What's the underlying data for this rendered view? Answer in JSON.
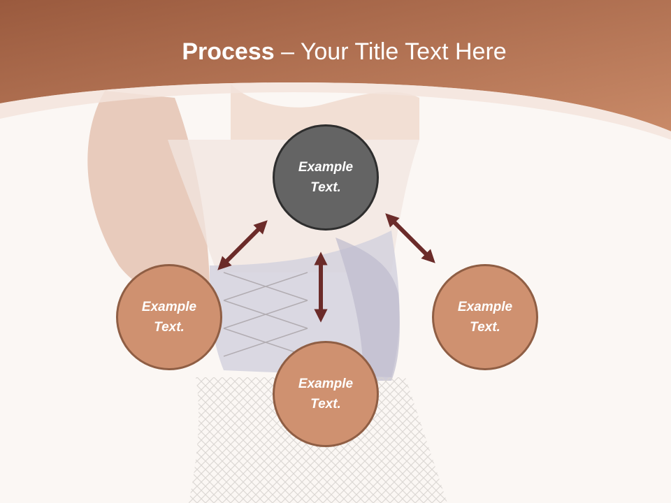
{
  "title": {
    "bold": "Process",
    "rest": " – Your Title Text Here"
  },
  "diagram": {
    "nodes": [
      {
        "id": "top",
        "label": "Example Text."
      },
      {
        "id": "left",
        "label": "Example Text."
      },
      {
        "id": "right",
        "label": "Example Text."
      },
      {
        "id": "bottom",
        "label": "Example Text."
      }
    ]
  },
  "colors": {
    "header": "#b06a48",
    "top_node": "#646464",
    "node": "#cf9170",
    "arrow": "#6b2b29"
  }
}
